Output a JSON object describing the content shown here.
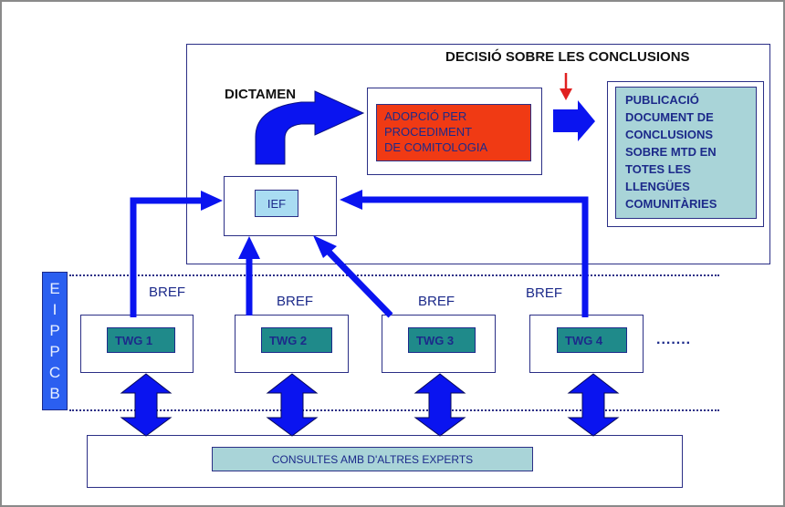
{
  "diagram": {
    "decision_label": "DECISIÓ SOBRE LES CONCLUSIONS",
    "dictamen_label": "DICTAMEN",
    "adoption_box": [
      "ADOPCIÓ PER",
      "PROCEDIMENT",
      "DE COMITOLOGIA"
    ],
    "publication_box": [
      "PUBLICACIÓ",
      "DOCUMENT DE",
      "CONCLUSIONS",
      "SOBRE MTD EN",
      "TOTES LES",
      "LLENGÜES",
      "COMUNITÀRIES"
    ],
    "ief_label": "IEF",
    "eippcb_label": [
      "E",
      "I",
      "P",
      "P",
      "C",
      "B"
    ],
    "bref_label": "BREF",
    "twgs": [
      "TWG 1",
      "TWG 2",
      "TWG 3",
      "TWG 4"
    ],
    "ellipsis": ".......",
    "consultation_label": "CONSULTES AMB D'ALTRES EXPERTS",
    "colors": {
      "arrow": "#0a14f0",
      "adoption_fill": "#f03a14",
      "publication_fill": "#a9d4d8",
      "ief_fill": "#a9dcf2",
      "twg_fill": "#1f8a8a",
      "eippcb_fill": "#2b5ff0",
      "border": "#2b2f86",
      "decision_arrow": "#e02020"
    }
  }
}
